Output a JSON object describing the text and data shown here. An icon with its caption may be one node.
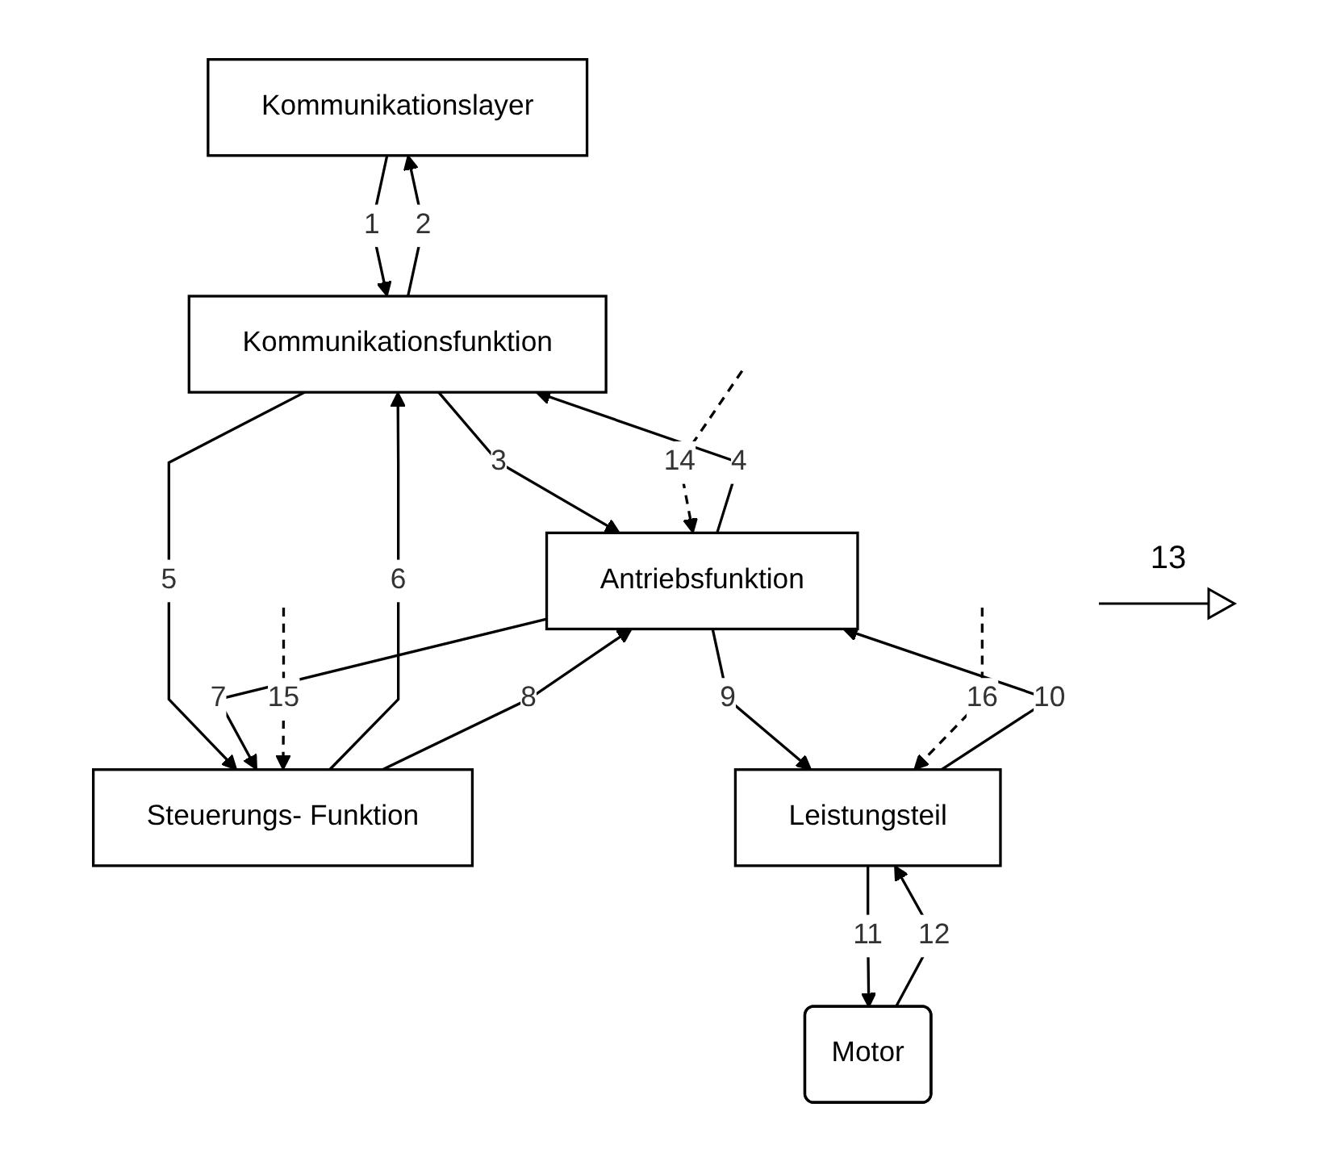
{
  "diagram": {
    "nodes": [
      {
        "text": [
          "Kommunikationslayer"
        ]
      },
      {
        "text": [
          "Kommunikationsfunktion"
        ]
      },
      {
        "text": [
          "Antriebsfunktion"
        ]
      },
      {
        "text": [
          "Steuerungs- Funktion"
        ]
      },
      {
        "text": [
          "Leistungsteil"
        ]
      },
      {
        "text": [
          "Motor"
        ]
      }
    ],
    "edges": [
      {
        "from": 0,
        "to": 1,
        "arrow": "to",
        "label": "1"
      },
      {
        "from": 1,
        "to": 0,
        "arrow": "to",
        "label": "2"
      },
      {
        "from": 1,
        "to": 2,
        "arrow": "to",
        "label": "3"
      },
      {
        "from": 2,
        "to": 1,
        "arrow": "to",
        "label": "4"
      },
      {
        "from": 1,
        "to": 3,
        "arrow": "to",
        "label": "5"
      },
      {
        "from": 3,
        "to": 1,
        "arrow": "to",
        "label": "6"
      },
      {
        "from": 2,
        "to": 3,
        "arrow": "to",
        "label": "7"
      },
      {
        "from": 3,
        "to": 2,
        "arrow": "to",
        "label": "8"
      },
      {
        "from": 2,
        "to": 4,
        "arrow": "to",
        "label": "9"
      },
      {
        "from": 4,
        "to": 2,
        "arrow": "to",
        "label": "10"
      },
      {
        "from": 4,
        "to": 5,
        "arrow": "to",
        "label": "11"
      },
      {
        "from": 5,
        "to": 4,
        "arrow": "to",
        "label": "12"
      },
      {
        "from": null,
        "to": 2,
        "arrow": "to",
        "label": "14",
        "style": "dashed"
      },
      {
        "from": null,
        "to": 3,
        "arrow": "to",
        "label": "15",
        "style": "dashed"
      },
      {
        "from": null,
        "to": 4,
        "arrow": "to",
        "label": "16",
        "style": "dashed"
      }
    ],
    "labels": [
      "13"
    ]
  }
}
